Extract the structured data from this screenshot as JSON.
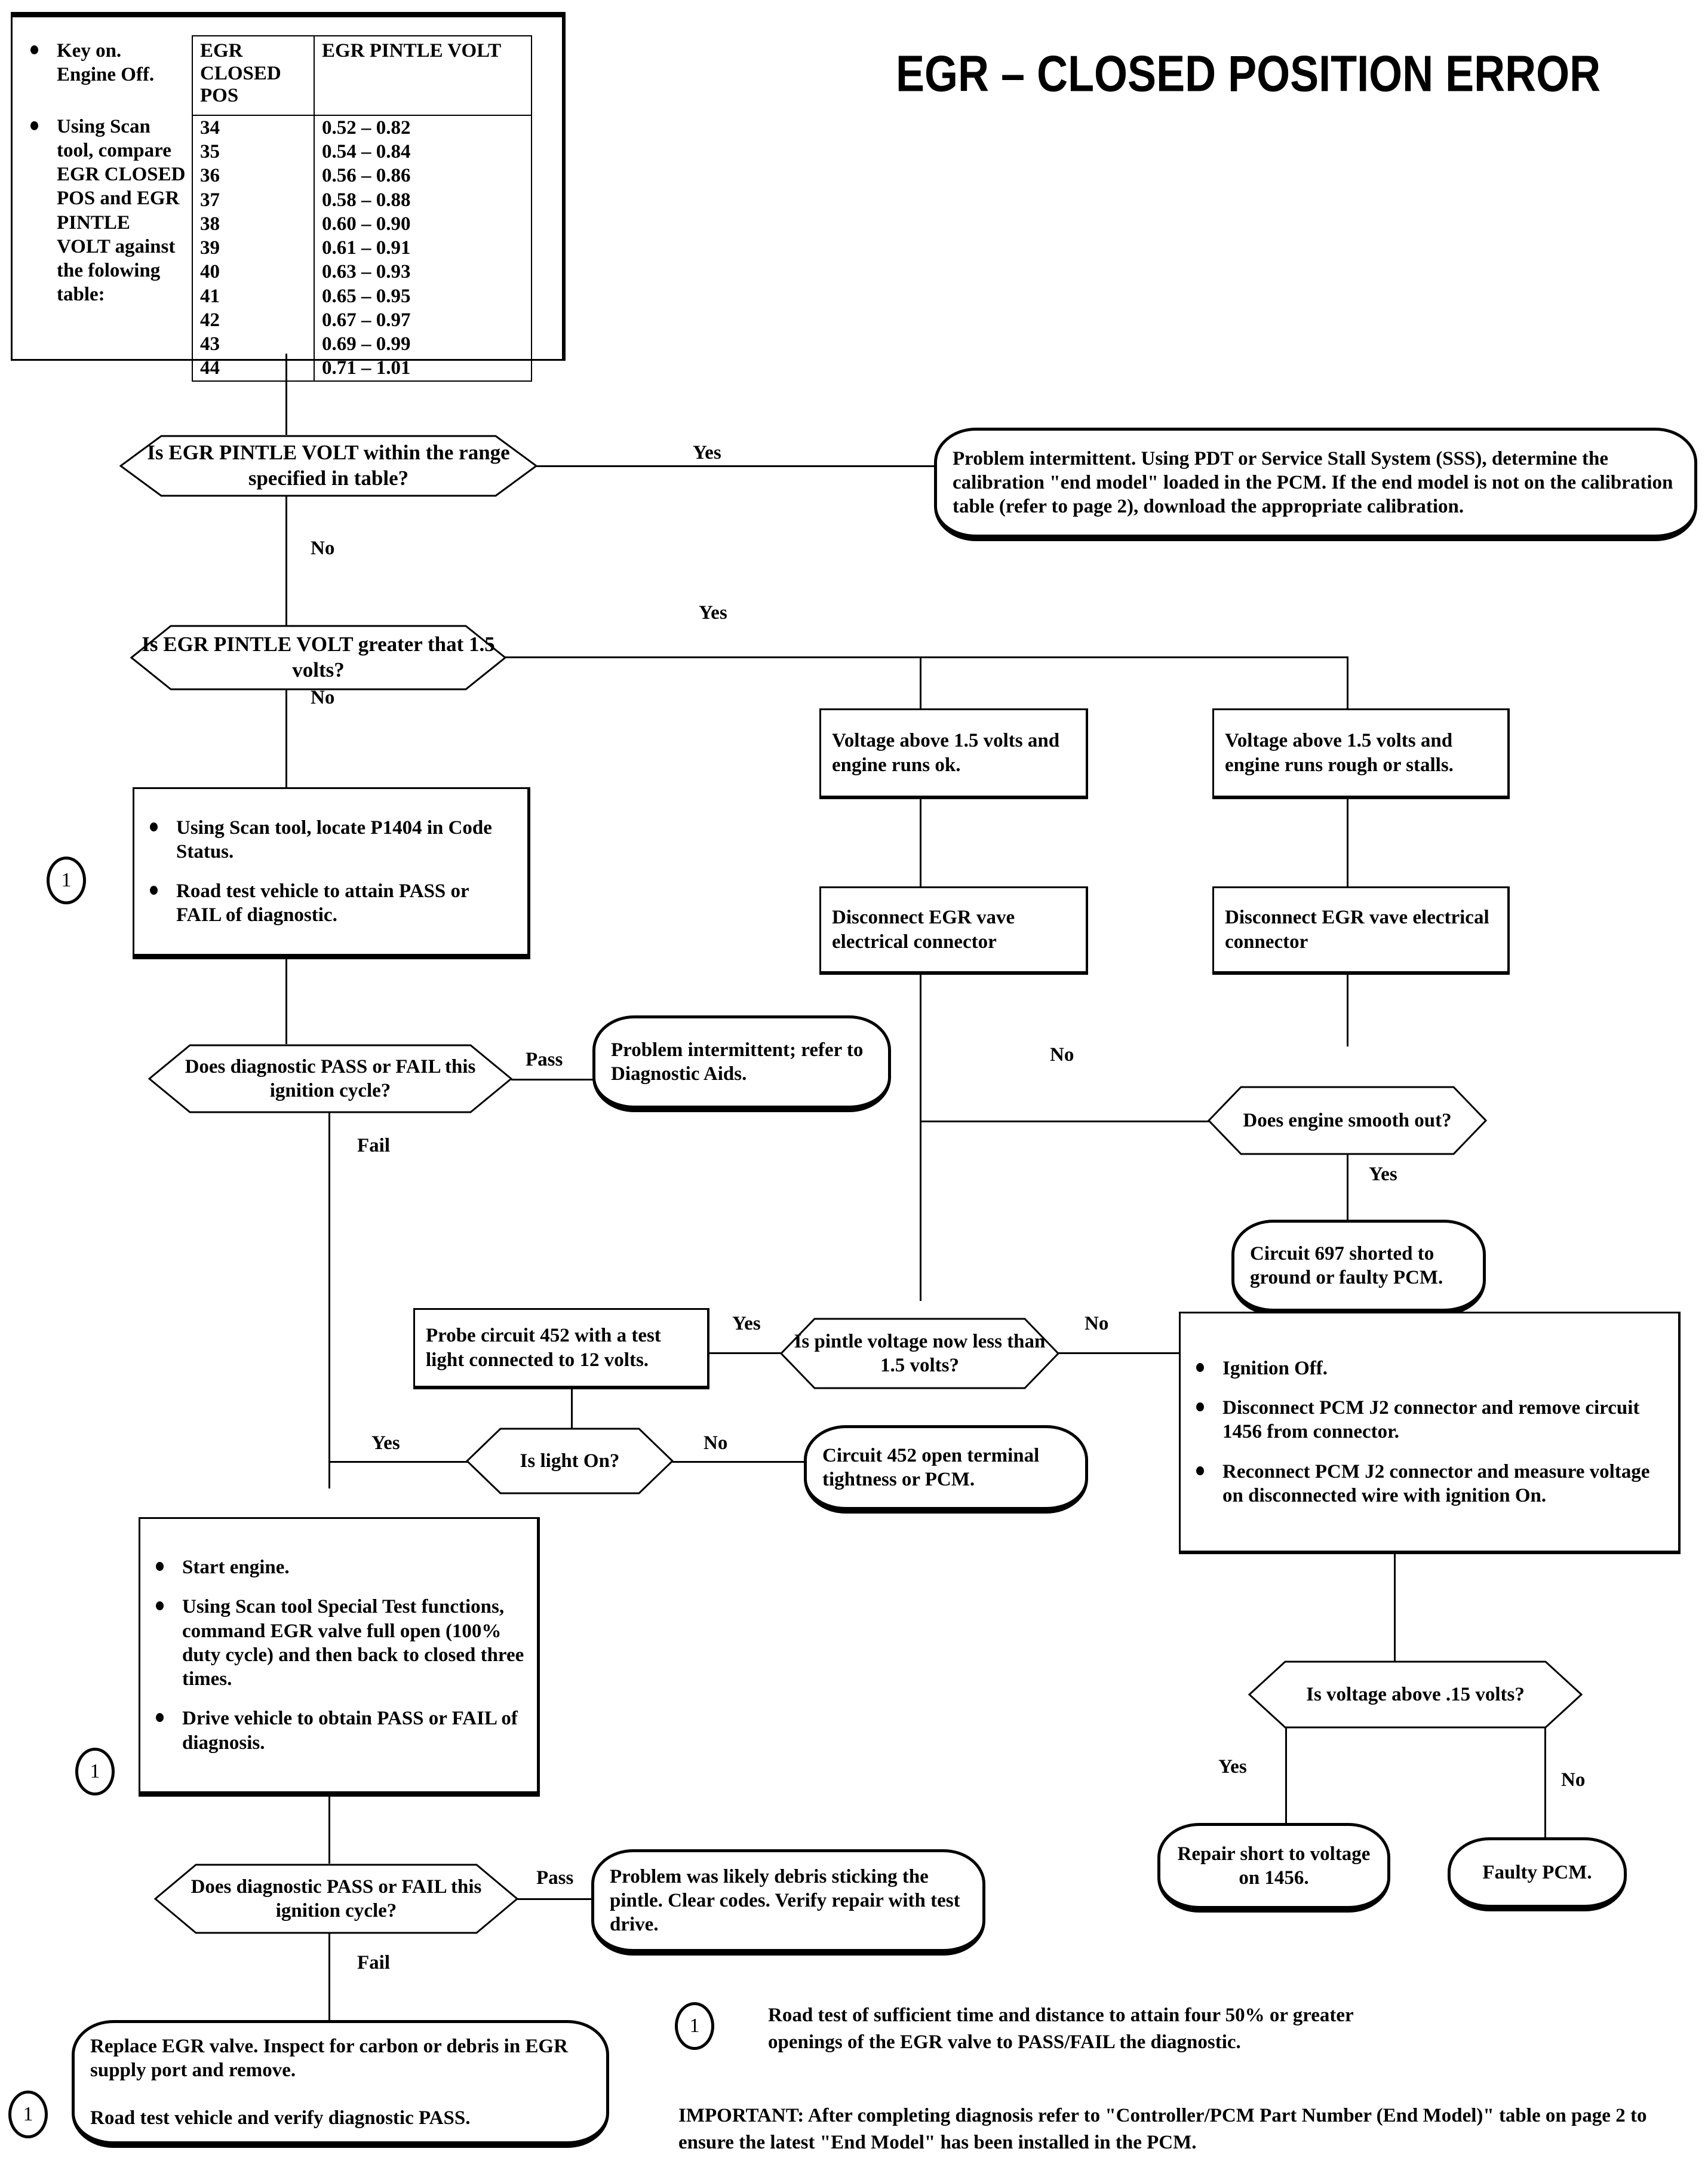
{
  "title": "EGR – CLOSED POSITION ERROR",
  "header": {
    "steps": [
      "Key on.\nEngine Off.",
      "Using Scan tool, compare EGR CLOSED POS and EGR PINTLE VOLT against the folowing table:"
    ],
    "table": {
      "columns": [
        "EGR CLOSED POS",
        "EGR PINTLE VOLT"
      ],
      "rows": [
        [
          "34",
          "0.52 – 0.82"
        ],
        [
          "35",
          "0.54 – 0.84"
        ],
        [
          "36",
          "0.56 – 0.86"
        ],
        [
          "37",
          "0.58 – 0.88"
        ],
        [
          "38",
          "0.60 – 0.90"
        ],
        [
          "39",
          "0.61 – 0.91"
        ],
        [
          "40",
          "0.63 – 0.93"
        ],
        [
          "41",
          "0.65 – 0.95"
        ],
        [
          "42",
          "0.67 – 0.97"
        ],
        [
          "43",
          "0.69 – 0.99"
        ],
        [
          "44",
          "0.71 – 1.01"
        ]
      ]
    }
  },
  "nodes": {
    "d1": "Is EGR PINTLE VOLT within the range specified in table?",
    "t1": "Problem intermittent. Using PDT or Service Stall System (SSS), determine the calibration \"end model\" loaded in the PCM. If the end model is not on the calibration table (refer to page 2), download the appropriate calibration.",
    "d2": "Is EGR PINTLE VOLT greater that 1.5 volts?",
    "p_volt_ok": "Voltage above 1.5 volts and engine runs ok.",
    "p_volt_rough": "Voltage above 1.5 volts and engine runs rough or stalls.",
    "p_disc_mid": "Disconnect EGR vave electrical connector",
    "p_disc_right": "Disconnect EGR vave electrical connector",
    "p_p1404_b1": "Using Scan tool, locate P1404 in Code Status.",
    "p_p1404_b2": "Road test vehicle to attain PASS or FAIL of diagnostic.",
    "d3": "Does diagnostic PASS or FAIL this ignition cycle?",
    "t2": "Problem intermittent; refer to Diagnostic Aids.",
    "d4": "Does engine smooth out?",
    "t3": "Circuit 697 shorted to ground or faulty PCM.",
    "p_probe": "Probe circuit 452 with a test light connected to 12 volts.",
    "d5": "Is pintle voltage now less than 1.5 volts?",
    "p_ign_b1": "Ignition Off.",
    "p_ign_b2": "Disconnect PCM J2 connector and remove circuit 1456 from connector.",
    "p_ign_b3": "Reconnect PCM J2 connector and measure voltage on disconnected wire with ignition On.",
    "d6": "Is light On?",
    "t4": "Circuit 452 open terminal tightness or PCM.",
    "p_start_b1": "Start engine.",
    "p_start_b2": "Using Scan tool Special Test functions, command EGR valve full open (100% duty cycle) and then back to closed three times.",
    "p_start_b3": "Drive vehicle to obtain PASS or FAIL of diagnosis.",
    "d7": "Does diagnostic PASS or FAIL this ignition cycle?",
    "t5": "Problem was likely debris sticking the pintle. Clear codes. Verify repair with test drive.",
    "d8": "Is voltage above .15 volts?",
    "t6": "Repair short to voltage on 1456.",
    "t7": "Faulty PCM.",
    "t8": "Replace EGR valve. Inspect for carbon or debris in EGR supply port and remove.\n\nRoad test vehicle and verify diagnostic PASS."
  },
  "edge_labels": {
    "e1_yes": "Yes",
    "e1_no": "No",
    "e2_yes": "Yes",
    "e2_no": "No",
    "e3_pass": "Pass",
    "e3_fail": "Fail",
    "e4_no": "No",
    "e4_yes": "Yes",
    "e5_yes": "Yes",
    "e5_no": "No",
    "e6_yes": "Yes",
    "e6_no": "No",
    "e7_pass": "Pass",
    "e7_fail": "Fail",
    "e8_yes": "Yes",
    "e8_no": "No"
  },
  "markers": {
    "m1": "1",
    "m2": "1",
    "m3": "1",
    "m4": "1"
  },
  "footnotes": {
    "note1_marker": "1",
    "note1": "Road test of sufficient time and distance to attain four 50% or greater openings of the EGR valve to PASS/FAIL the diagnostic.",
    "important": "IMPORTANT:  After completing diagnosis refer to \"Controller/PCM Part Number (End Model)\" table on page 2 to ensure the latest \"End Model\" has been installed in the PCM."
  },
  "colors": {
    "ink": "#000000",
    "paper": "#ffffff"
  }
}
